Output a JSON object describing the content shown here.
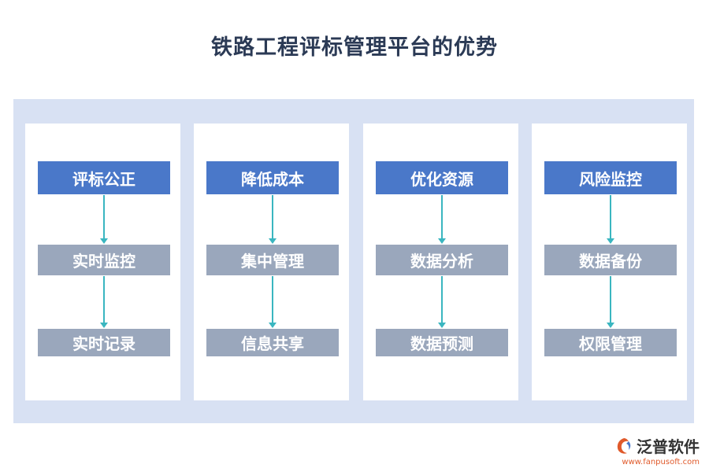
{
  "title": "铁路工程评标管理平台的优势",
  "columns": [
    {
      "head": "评标公正",
      "mid": "实时监控",
      "low": "实时记录"
    },
    {
      "head": "降低成本",
      "mid": "集中管理",
      "low": "信息共享"
    },
    {
      "head": "优化资源",
      "mid": "数据分析",
      "low": "数据预测"
    },
    {
      "head": "风险监控",
      "mid": "数据备份",
      "low": "权限管理"
    }
  ],
  "logo": {
    "name": "泛普软件",
    "url": "www.fanpusoft.com",
    "icon": "fanpu-logo-icon"
  },
  "colors": {
    "head": "#4a78c9",
    "sub": "#9aa7bc",
    "arrow": "#3ab6c0",
    "panel": "#d8e1f3"
  }
}
